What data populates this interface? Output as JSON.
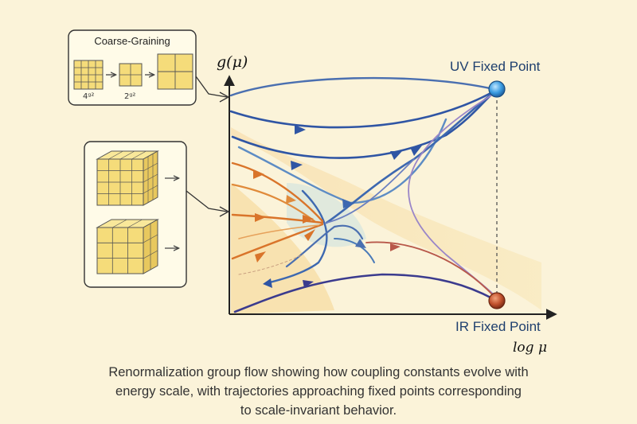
{
  "inset_coarse": {
    "title": "Coarse-Graining",
    "label_left": "4ᵍ²",
    "label_right": "2ᵍ²"
  },
  "axes": {
    "y_label": "g(μ)",
    "x_label": "log μ"
  },
  "points": {
    "uv": "UV Fixed Point",
    "ir": "IR Fixed Point"
  },
  "colors": {
    "background": "#fbf3d9",
    "uv_point": "#3a9be0",
    "ir_point": "#c0502c",
    "flow_blue": "#2f55a4",
    "flow_light_blue": "#5d8cc4",
    "flow_orange": "#d9742a",
    "flow_violet": "#5a4a9a",
    "cube_fill": "#f5dc7a"
  },
  "caption": {
    "line1": "Renormalization group flow showing how coupling constants evolve with",
    "line2": "energy scale, with trajectories approaching fixed points corresponding",
    "line3": "to scale-invariant behavior."
  }
}
